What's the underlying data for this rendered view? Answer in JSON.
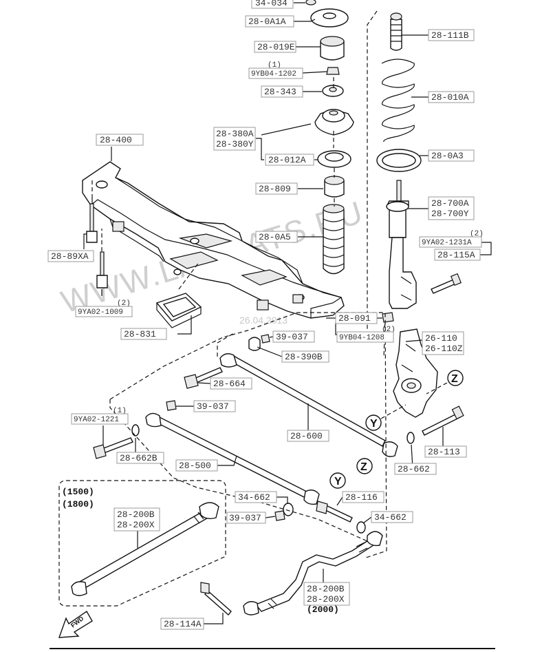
{
  "watermark": "WWW.LANCATS.RU",
  "watermark_date": "26.04.2013",
  "labels": {
    "l_34_034": "34-034",
    "l_28_0a1a": "28-0A1A",
    "l_28_111b": "28-111B",
    "l_28_019e": "28-019E",
    "l_9yb04_1202": "9YB04-1202",
    "l_9yb04_1202_q": "(1)",
    "l_28_343": "28-343",
    "l_28_010a": "28-010A",
    "l_28_380a": "28-380A",
    "l_28_380y": "28-380Y",
    "l_28_400": "28-400",
    "l_28_012a": "28-012A",
    "l_28_0a3": "28-0A3",
    "l_28_809": "28-809",
    "l_28_700a": "28-700A",
    "l_28_700y": "28-700Y",
    "l_28_0a5": "28-0A5",
    "l_9ya02_1231a": "9YA02-1231A",
    "l_9ya02_1231a_q": "(2)",
    "l_28_115a": "28-115A",
    "l_28_89xa": "28-89XA",
    "l_9ya02_1009": "9YA02-1009",
    "l_9ya02_1009_q": "(2)",
    "l_28_091": "28-091",
    "l_9yb04_1208": "9YB04-1208",
    "l_9yb04_1208_q": "(2)",
    "l_28_831": "28-831",
    "l_39_037_a": "39-037",
    "l_26_110": "26-110",
    "l_26_110z": "26-110Z",
    "l_28_390b": "28-390B",
    "l_28_664": "28-664",
    "l_39_037_b": "39-037",
    "l_9ya02_1221": "9YA02-1221",
    "l_9ya02_1221_q": "(1)",
    "l_28_600": "28-600",
    "l_28_113": "28-113",
    "l_28_662b": "28-662B",
    "l_28_662": "28-662",
    "l_28_500": "28-500",
    "l_34_662_a": "34-662",
    "l_28_116": "28-116",
    "l_39_037_c": "39-037",
    "l_34_662_b": "34-662",
    "l_28_200b_a": "28-200B",
    "l_28_200x_a": "28-200X",
    "l_28_200b_b": "28-200B",
    "l_28_200x_b": "28-200X",
    "l_2000": "(2000)",
    "l_28_114a": "28-114A"
  },
  "versions": {
    "v1500": "(1500)",
    "v1800": "(1800)"
  },
  "view_markers": {
    "y": "Y",
    "z": "Z"
  },
  "fwd_label": "FWD"
}
